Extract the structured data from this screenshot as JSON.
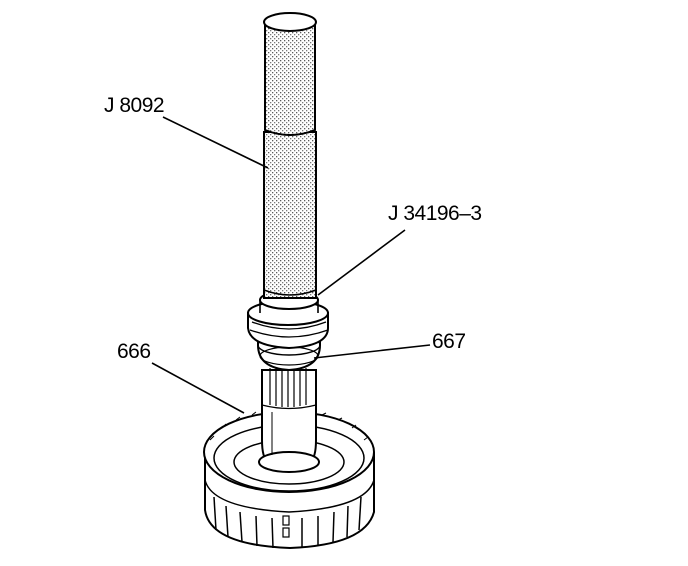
{
  "labels": {
    "tool_handle": "J 8092",
    "installer": "J 34196–3",
    "gear": "666",
    "seal": "667"
  },
  "colors": {
    "ink": "#000000",
    "paper": "#ffffff",
    "stipple": "#8a8a8a"
  }
}
